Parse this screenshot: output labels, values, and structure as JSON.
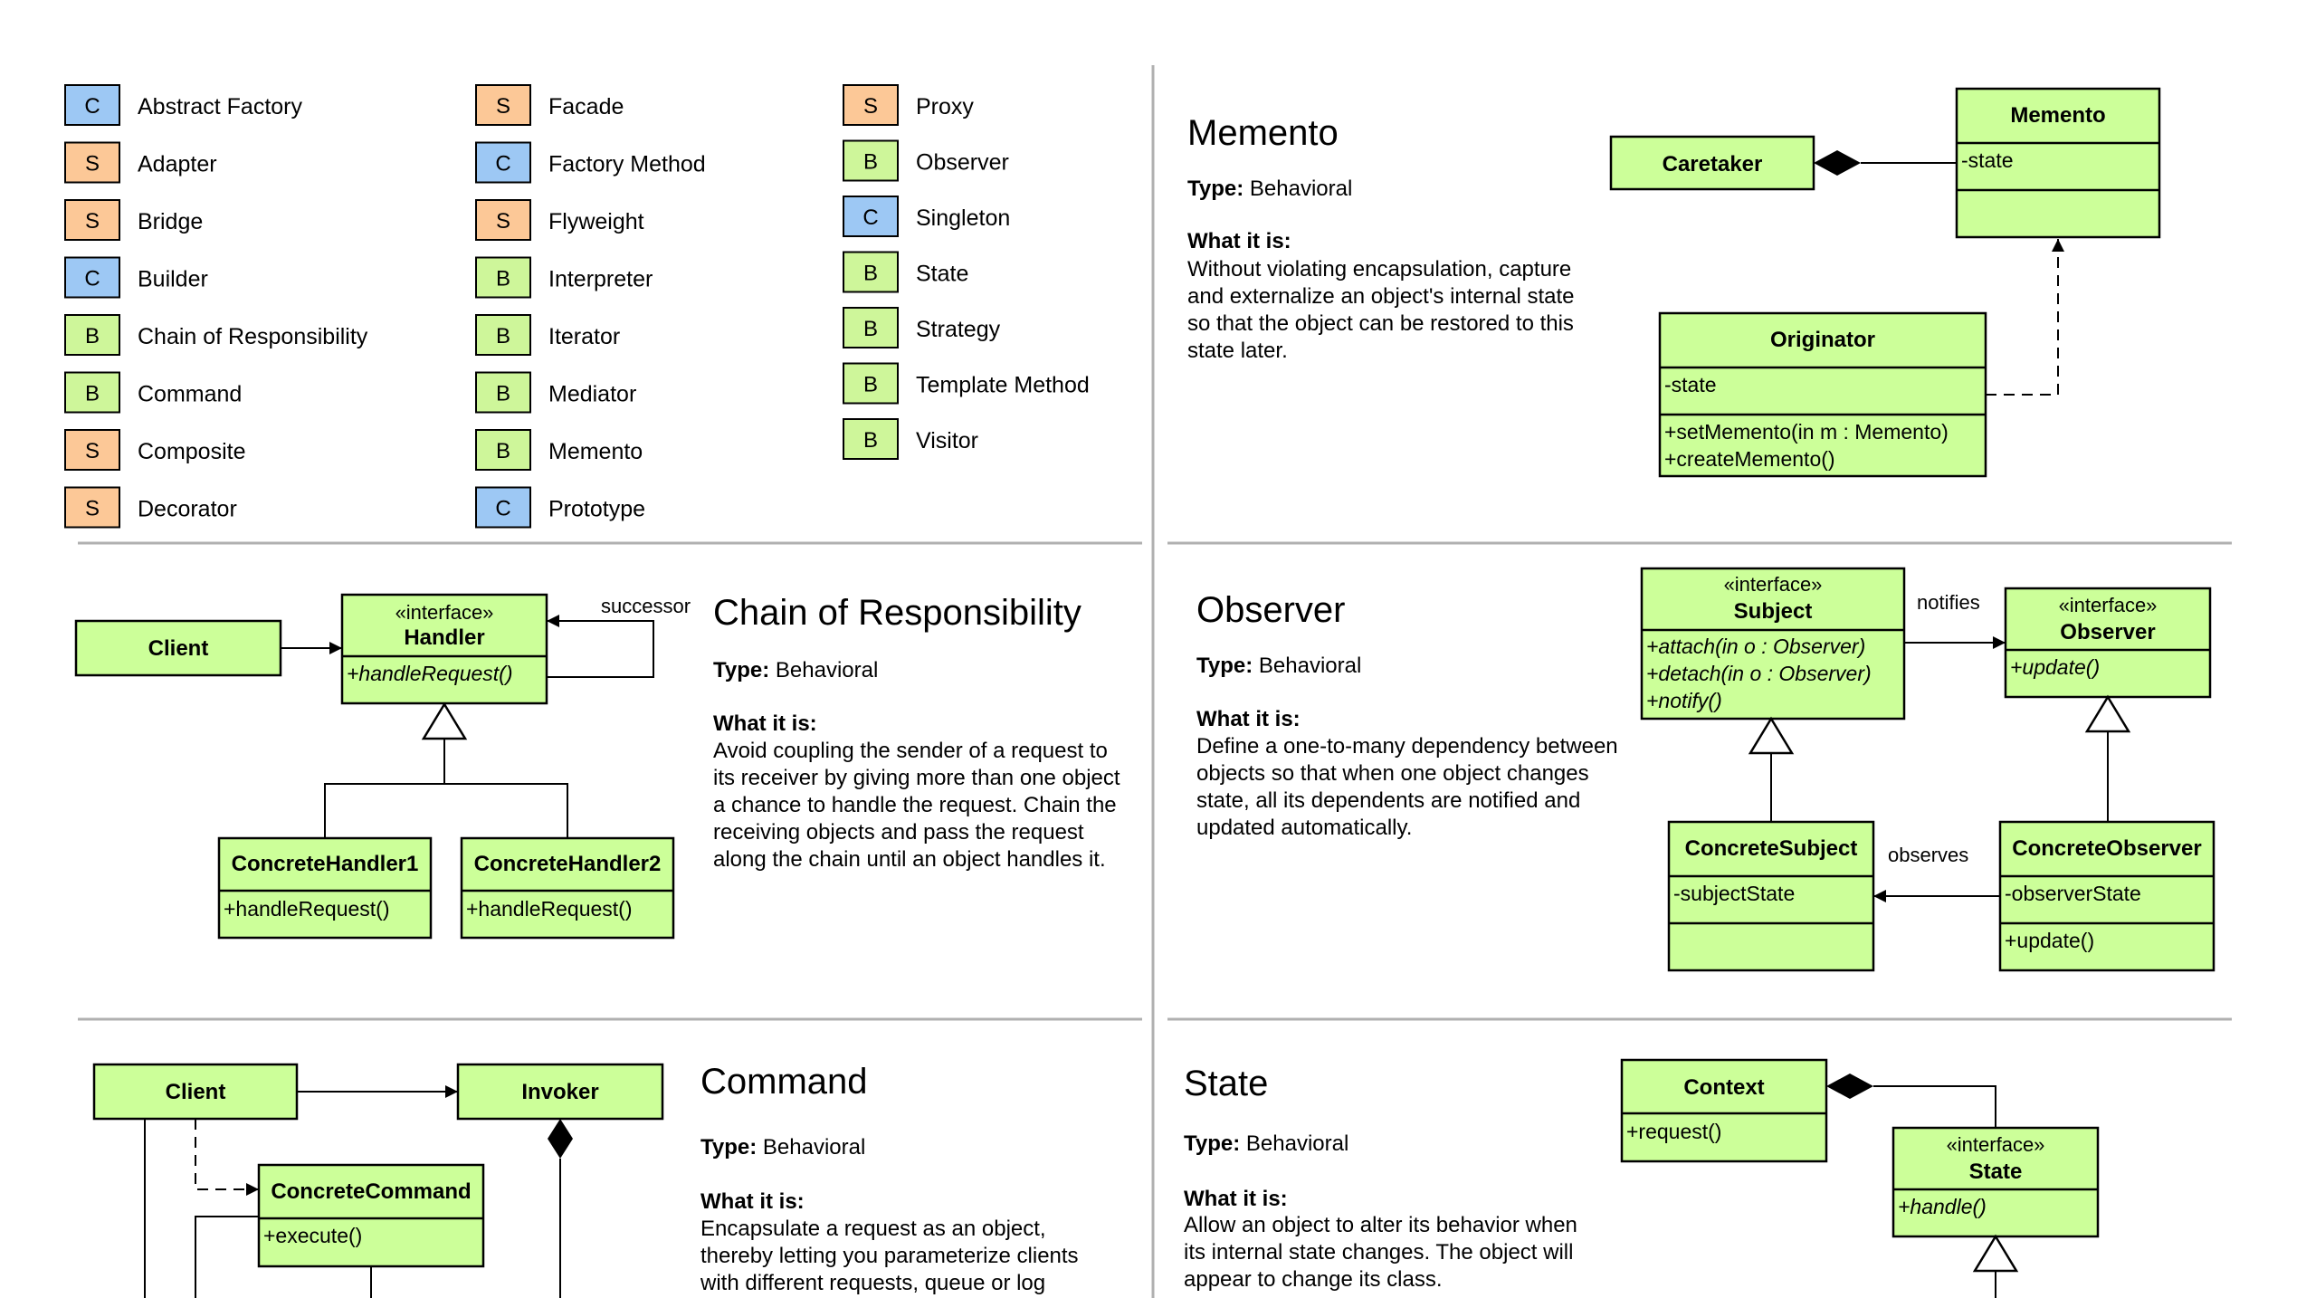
{
  "colors": {
    "creational": "#9dc8f4",
    "structural": "#fcc897",
    "behavioral": "#cef69a",
    "class_fill": "#ccff99",
    "line": "#000000",
    "divider": "#b0b0b0"
  },
  "legend": {
    "col1": [
      {
        "badge": "C",
        "kind": "creational",
        "label": "Abstract Factory"
      },
      {
        "badge": "S",
        "kind": "structural",
        "label": "Adapter"
      },
      {
        "badge": "S",
        "kind": "structural",
        "label": "Bridge"
      },
      {
        "badge": "C",
        "kind": "creational",
        "label": "Builder"
      },
      {
        "badge": "B",
        "kind": "behavioral",
        "label": "Chain of Responsibility"
      },
      {
        "badge": "B",
        "kind": "behavioral",
        "label": "Command"
      },
      {
        "badge": "S",
        "kind": "structural",
        "label": "Composite"
      },
      {
        "badge": "S",
        "kind": "structural",
        "label": "Decorator"
      }
    ],
    "col2": [
      {
        "badge": "S",
        "kind": "structural",
        "label": "Facade"
      },
      {
        "badge": "C",
        "kind": "creational",
        "label": "Factory Method"
      },
      {
        "badge": "S",
        "kind": "structural",
        "label": "Flyweight"
      },
      {
        "badge": "B",
        "kind": "behavioral",
        "label": "Interpreter"
      },
      {
        "badge": "B",
        "kind": "behavioral",
        "label": "Iterator"
      },
      {
        "badge": "B",
        "kind": "behavioral",
        "label": "Mediator"
      },
      {
        "badge": "B",
        "kind": "behavioral",
        "label": "Memento"
      },
      {
        "badge": "C",
        "kind": "creational",
        "label": "Prototype"
      }
    ],
    "col3": [
      {
        "badge": "S",
        "kind": "structural",
        "label": "Proxy"
      },
      {
        "badge": "B",
        "kind": "behavioral",
        "label": "Observer"
      },
      {
        "badge": "C",
        "kind": "creational",
        "label": "Singleton"
      },
      {
        "badge": "B",
        "kind": "behavioral",
        "label": "State"
      },
      {
        "badge": "B",
        "kind": "behavioral",
        "label": "Strategy"
      },
      {
        "badge": "B",
        "kind": "behavioral",
        "label": "Template Method"
      },
      {
        "badge": "B",
        "kind": "behavioral",
        "label": "Visitor"
      }
    ]
  },
  "type_label": "Type:",
  "what_label": "What it is:",
  "memento": {
    "title": "Memento",
    "type": "Behavioral",
    "desc": [
      "Without violating encapsulation, capture",
      "and externalize an object's internal state",
      "so that the object can be restored to this",
      "state later."
    ],
    "caretaker": "Caretaker",
    "memento_name": "Memento",
    "memento_attr": "-state",
    "originator": "Originator",
    "originator_attr": "-state",
    "originator_ops": [
      "+setMemento(in m : Memento)",
      "+createMemento()"
    ]
  },
  "chain": {
    "title": "Chain of Responsibility",
    "type": "Behavioral",
    "desc": [
      "Avoid coupling the sender of a request to",
      "its receiver by giving more than one object",
      "a chance to handle the request. Chain the",
      "receiving objects and pass the request",
      "along the chain until an object handles it."
    ],
    "client": "Client",
    "handler_stereo": "«interface»",
    "handler": "Handler",
    "handler_op": "+handleRequest()",
    "successor": "successor",
    "ch1": "ConcreteHandler1",
    "ch1_op": "+handleRequest()",
    "ch2": "ConcreteHandler2",
    "ch2_op": "+handleRequest()"
  },
  "observer": {
    "title": "Observer",
    "type": "Behavioral",
    "desc": [
      "Define a one-to-many dependency between",
      "objects so that when one object changes",
      "state, all its dependents are notified and",
      "updated automatically."
    ],
    "subject_stereo": "«interface»",
    "subject": "Subject",
    "subject_ops": [
      "+attach(in o : Observer)",
      "+detach(in o : Observer)",
      "+notify()"
    ],
    "notifies": "notifies",
    "observer_stereo": "«interface»",
    "observer_name": "Observer",
    "observer_op": "+update()",
    "concrete_subject": "ConcreteSubject",
    "concrete_subject_attr": "-subjectState",
    "observes": "observes",
    "concrete_observer": "ConcreteObserver",
    "concrete_observer_attr": "-observerState",
    "concrete_observer_op": "+update()"
  },
  "command": {
    "title": "Command",
    "type": "Behavioral",
    "desc": [
      "Encapsulate a request as an object,",
      "thereby letting you parameterize clients",
      "with different requests, queue or log"
    ],
    "client": "Client",
    "invoker": "Invoker",
    "concrete_command": "ConcreteCommand",
    "concrete_command_op": "+execute()"
  },
  "state": {
    "title": "State",
    "type": "Behavioral",
    "desc": [
      "Allow an object to alter its behavior when",
      "its internal state changes. The object will",
      "appear to change its class."
    ],
    "context": "Context",
    "context_op": "+request()",
    "state_stereo": "«interface»",
    "state_name": "State",
    "state_op": "+handle()"
  }
}
